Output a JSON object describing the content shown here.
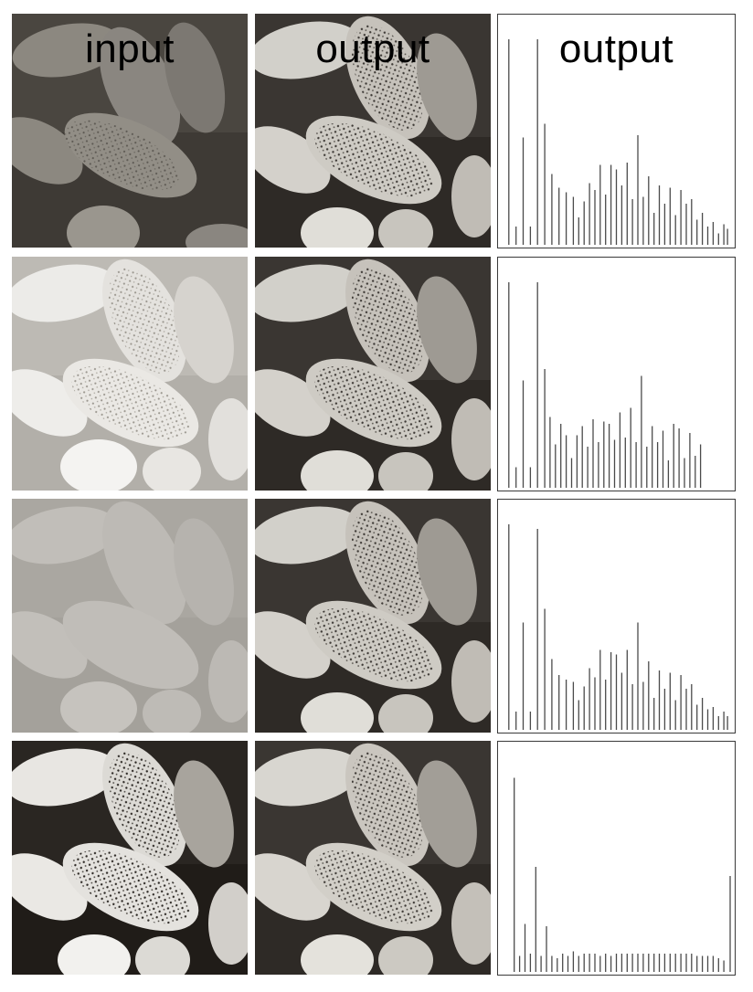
{
  "headers": {
    "col1": "input",
    "col2": "output",
    "col3": "output"
  },
  "rows": [
    {
      "input_kind": "dark",
      "output_kind": "equalized"
    },
    {
      "input_kind": "light",
      "output_kind": "equalized"
    },
    {
      "input_kind": "low-contrast",
      "output_kind": "equalized"
    },
    {
      "input_kind": "high-contrast",
      "output_kind": "equalized"
    }
  ],
  "colors": {
    "panel_border": "#3a3a3a",
    "bar": "#4a4a4a"
  },
  "chart_data": [
    {
      "type": "bar",
      "title": "",
      "xlabel": "",
      "ylabel": "",
      "xlim": [
        0,
        255
      ],
      "ylim": [
        0,
        1
      ],
      "x": [
        8,
        16,
        24,
        32,
        40,
        48,
        56,
        64,
        72,
        80,
        86,
        92,
        98,
        104,
        110,
        116,
        122,
        128,
        134,
        140,
        146,
        152,
        158,
        164,
        170,
        176,
        182,
        188,
        194,
        200,
        206,
        212,
        218,
        224,
        230,
        236,
        242,
        248,
        252
      ],
      "values": [
        0.9,
        0.08,
        0.47,
        0.08,
        0.9,
        0.53,
        0.31,
        0.25,
        0.23,
        0.21,
        0.12,
        0.19,
        0.27,
        0.24,
        0.35,
        0.22,
        0.35,
        0.33,
        0.26,
        0.36,
        0.2,
        0.48,
        0.21,
        0.3,
        0.14,
        0.26,
        0.18,
        0.25,
        0.13,
        0.24,
        0.18,
        0.2,
        0.11,
        0.14,
        0.08,
        0.1,
        0.05,
        0.09,
        0.07
      ]
    },
    {
      "type": "bar",
      "title": "",
      "xlabel": "",
      "ylabel": "",
      "xlim": [
        0,
        255
      ],
      "ylim": [
        0,
        1
      ],
      "x": [
        8,
        16,
        24,
        32,
        40,
        48,
        54,
        60,
        66,
        72,
        78,
        84,
        90,
        96,
        102,
        108,
        114,
        120,
        126,
        132,
        138,
        144,
        150,
        156,
        162,
        168,
        174,
        180,
        186,
        192,
        198,
        204,
        210,
        216,
        222
      ],
      "values": [
        0.9,
        0.09,
        0.47,
        0.09,
        0.9,
        0.52,
        0.31,
        0.19,
        0.28,
        0.23,
        0.13,
        0.23,
        0.27,
        0.18,
        0.3,
        0.2,
        0.29,
        0.28,
        0.21,
        0.33,
        0.22,
        0.35,
        0.2,
        0.49,
        0.18,
        0.27,
        0.2,
        0.25,
        0.12,
        0.28,
        0.26,
        0.13,
        0.24,
        0.14,
        0.19
      ]
    },
    {
      "type": "bar",
      "title": "",
      "xlabel": "",
      "ylabel": "",
      "xlim": [
        0,
        255
      ],
      "ylim": [
        0,
        1
      ],
      "x": [
        8,
        16,
        24,
        32,
        40,
        48,
        56,
        64,
        72,
        80,
        86,
        92,
        98,
        104,
        110,
        116,
        122,
        128,
        134,
        140,
        146,
        152,
        158,
        164,
        170,
        176,
        182,
        188,
        194,
        200,
        206,
        212,
        218,
        224,
        230,
        236,
        242,
        248,
        252
      ],
      "values": [
        0.9,
        0.08,
        0.47,
        0.08,
        0.88,
        0.53,
        0.31,
        0.24,
        0.22,
        0.21,
        0.13,
        0.19,
        0.27,
        0.23,
        0.35,
        0.22,
        0.34,
        0.33,
        0.25,
        0.35,
        0.2,
        0.47,
        0.21,
        0.3,
        0.14,
        0.26,
        0.18,
        0.25,
        0.13,
        0.24,
        0.18,
        0.2,
        0.11,
        0.14,
        0.09,
        0.1,
        0.06,
        0.08,
        0.06
      ]
    },
    {
      "type": "bar",
      "title": "",
      "xlabel": "",
      "ylabel": "",
      "xlim": [
        0,
        255
      ],
      "ylim": [
        0,
        1
      ],
      "x": [
        14,
        20,
        26,
        32,
        38,
        44,
        50,
        56,
        62,
        68,
        74,
        80,
        86,
        92,
        98,
        104,
        110,
        116,
        122,
        128,
        134,
        140,
        146,
        152,
        158,
        164,
        170,
        176,
        182,
        188,
        194,
        200,
        206,
        212,
        218,
        224,
        230,
        236,
        242,
        248,
        255
      ],
      "values": [
        0.85,
        0.07,
        0.21,
        0.08,
        0.46,
        0.07,
        0.2,
        0.07,
        0.06,
        0.08,
        0.07,
        0.09,
        0.07,
        0.08,
        0.08,
        0.08,
        0.07,
        0.08,
        0.07,
        0.08,
        0.08,
        0.08,
        0.08,
        0.08,
        0.08,
        0.08,
        0.08,
        0.08,
        0.08,
        0.08,
        0.08,
        0.08,
        0.08,
        0.08,
        0.07,
        0.07,
        0.07,
        0.07,
        0.06,
        0.05,
        0.42
      ]
    }
  ]
}
